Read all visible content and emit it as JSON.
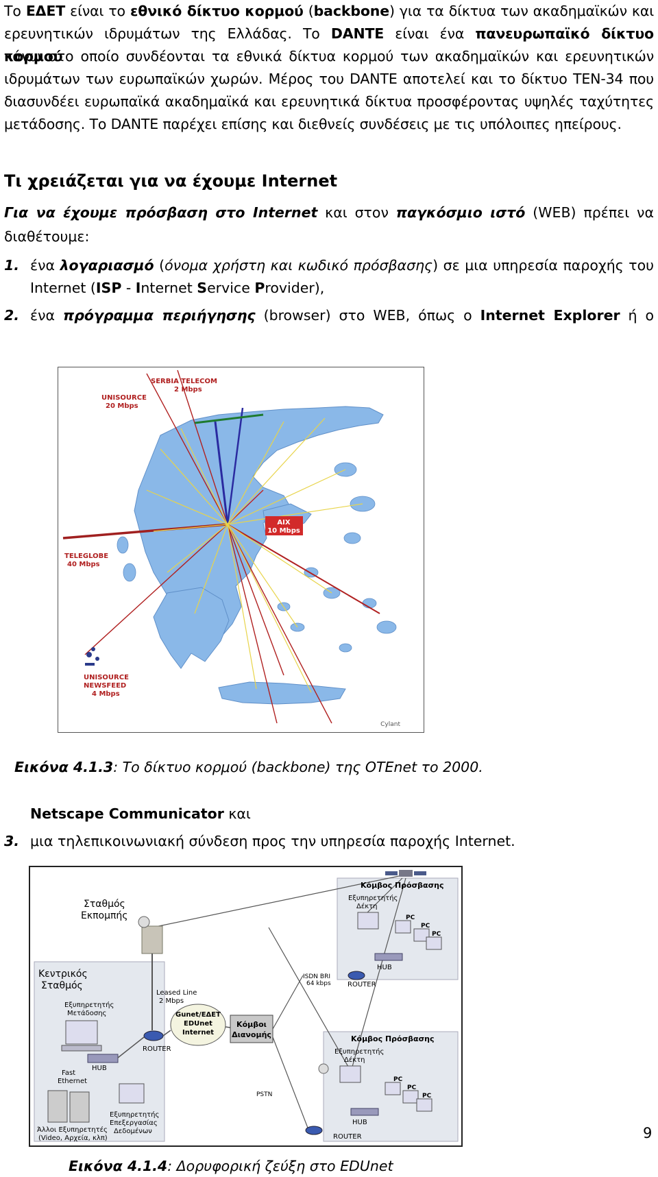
{
  "para1": {
    "l1a": "Το ",
    "l1b": "ΕΔΕΤ",
    "l1c": " είναι το ",
    "l1d": "εθνικό δίκτυο κορμού",
    "l1e": " (",
    "l1f": "backbone",
    "l1g": ") για τα δίκτυα των ακαδημαϊκών και",
    "l2a": "ερευνητικών ιδρυμάτων της Ελλάδας. Το ",
    "l2b": "DANTE",
    "l2c": " είναι ένα ",
    "l2d": "πανευρωπαϊκό δίκτυο κορμού",
    "l3": "πάνω στο οποίο συνδέονται τα εθνικά δίκτυα κορμού των ακαδημαϊκών και ερευνητικών",
    "l4": "ιδρυμάτων των ευρωπαϊκών χωρών. Μέρος του DANTE αποτελεί και το δίκτυο TEN-34 που",
    "l5": "διασυνδέει ευρωπαϊκά ακαδημαϊκά και ερευνητικά δίκτυα προσφέροντας υψηλές ταχύτητες",
    "l6": "μετάδοσης. Το DANTE παρέχει επίσης και διεθνείς συνδέσεις με τις υπόλοιπες ηπείρους."
  },
  "heading": "Τι χρειάζεται για να έχουμε Internet",
  "intro": {
    "a": "Για να έχουμε πρόσβαση στο Internet",
    "b": " και στον ",
    "c": "παγκόσμιο ιστό",
    "d": " (WEB) πρέπει να",
    "e": "διαθέτουμε:"
  },
  "list": {
    "n1": "1.",
    "i1a": "ένα ",
    "i1b": "λογαριασμό",
    "i1c": " (",
    "i1d": "όνομα χρήστη και κωδικό πρόσβασης",
    "i1e": ") σε μια υπηρεσία παροχής του",
    "i1f": "Internet (",
    "i1g": "ISP",
    "i1h": " - ",
    "i1i": "I",
    "i1j": "nternet ",
    "i1k": "S",
    "i1l": "ervice ",
    "i1m": "P",
    "i1n": "rovider),",
    "n2": "2.",
    "i2a": "ένα ",
    "i2b": "πρόγραμμα περιήγησης",
    "i2c": " (browser) στο WEB, όπως ο ",
    "i2d": "Internet Explorer",
    "i2e": " ή ο",
    "i2f": "Netscape Communicator",
    "i2g": " και",
    "n3": "3.",
    "i3": "μια τηλεπικοινωνιακή σύνδεση προς την υπηρεσία παροχής Internet."
  },
  "figure1": {
    "caption_label": "Εικόνα 4.1.3",
    "caption_text": ": Το δίκτυο κορμού (backbone) της OTEnet το 2000.",
    "labels": {
      "serbia1": "SERBIA TELECOM",
      "serbia2": "2 Mbps",
      "unisource1": "UNISOURCE",
      "unisource2": "20 Mbps",
      "aix1": "ΑΙΧ",
      "aix2": "10 Mbps",
      "teleglobe1": "TELEGLOBE",
      "teleglobe2": "40 Mbps",
      "news1": "UNISOURCE",
      "news2": "NEWSFEED",
      "news3": "4 Mbps",
      "cylant": "Cylant"
    }
  },
  "figure2": {
    "caption_label": "Εικόνα 4.1.4",
    "caption_text": ": Δορυφορική ζεύξη στο EDUnet",
    "labels": {
      "uplink1": "Σταθμός",
      "uplink2": "Εκπομπής",
      "central1": "Κεντρικός",
      "central2": "Σταθμός",
      "txserver1": "Εξυπηρετητής",
      "txserver2": "Μετάδοσης",
      "leased1": "Leased Line",
      "leased2": "2 Mbps",
      "hub": "HUB",
      "router": "ROUTER",
      "fast1": "Fast",
      "fast2": "Ethernet",
      "gunet1": "Gunet/ΕΔΕΤ",
      "gunet2": "EDUnet",
      "gunet3": "Internet",
      "nodes1": "Κόμβοι",
      "nodes2": "Διανομής",
      "other1": "Άλλοι Εξυπηρετητές",
      "other2": "(Video, Αρχεία, κλπ)",
      "dbserver1": "Εξυπηρετητής",
      "dbserver2": "Επεξεργασίας",
      "dbserver3": "Δεδομένων",
      "access": "Κόμβος Πρόσβασης",
      "rxserver1": "Εξυπηρετητής",
      "rxserver2": "Δέκτη",
      "pc": "PC",
      "isdn1": "ISDN BRI",
      "isdn2": "64 kbps",
      "pstn": "PSTN"
    }
  },
  "page_number": "9"
}
